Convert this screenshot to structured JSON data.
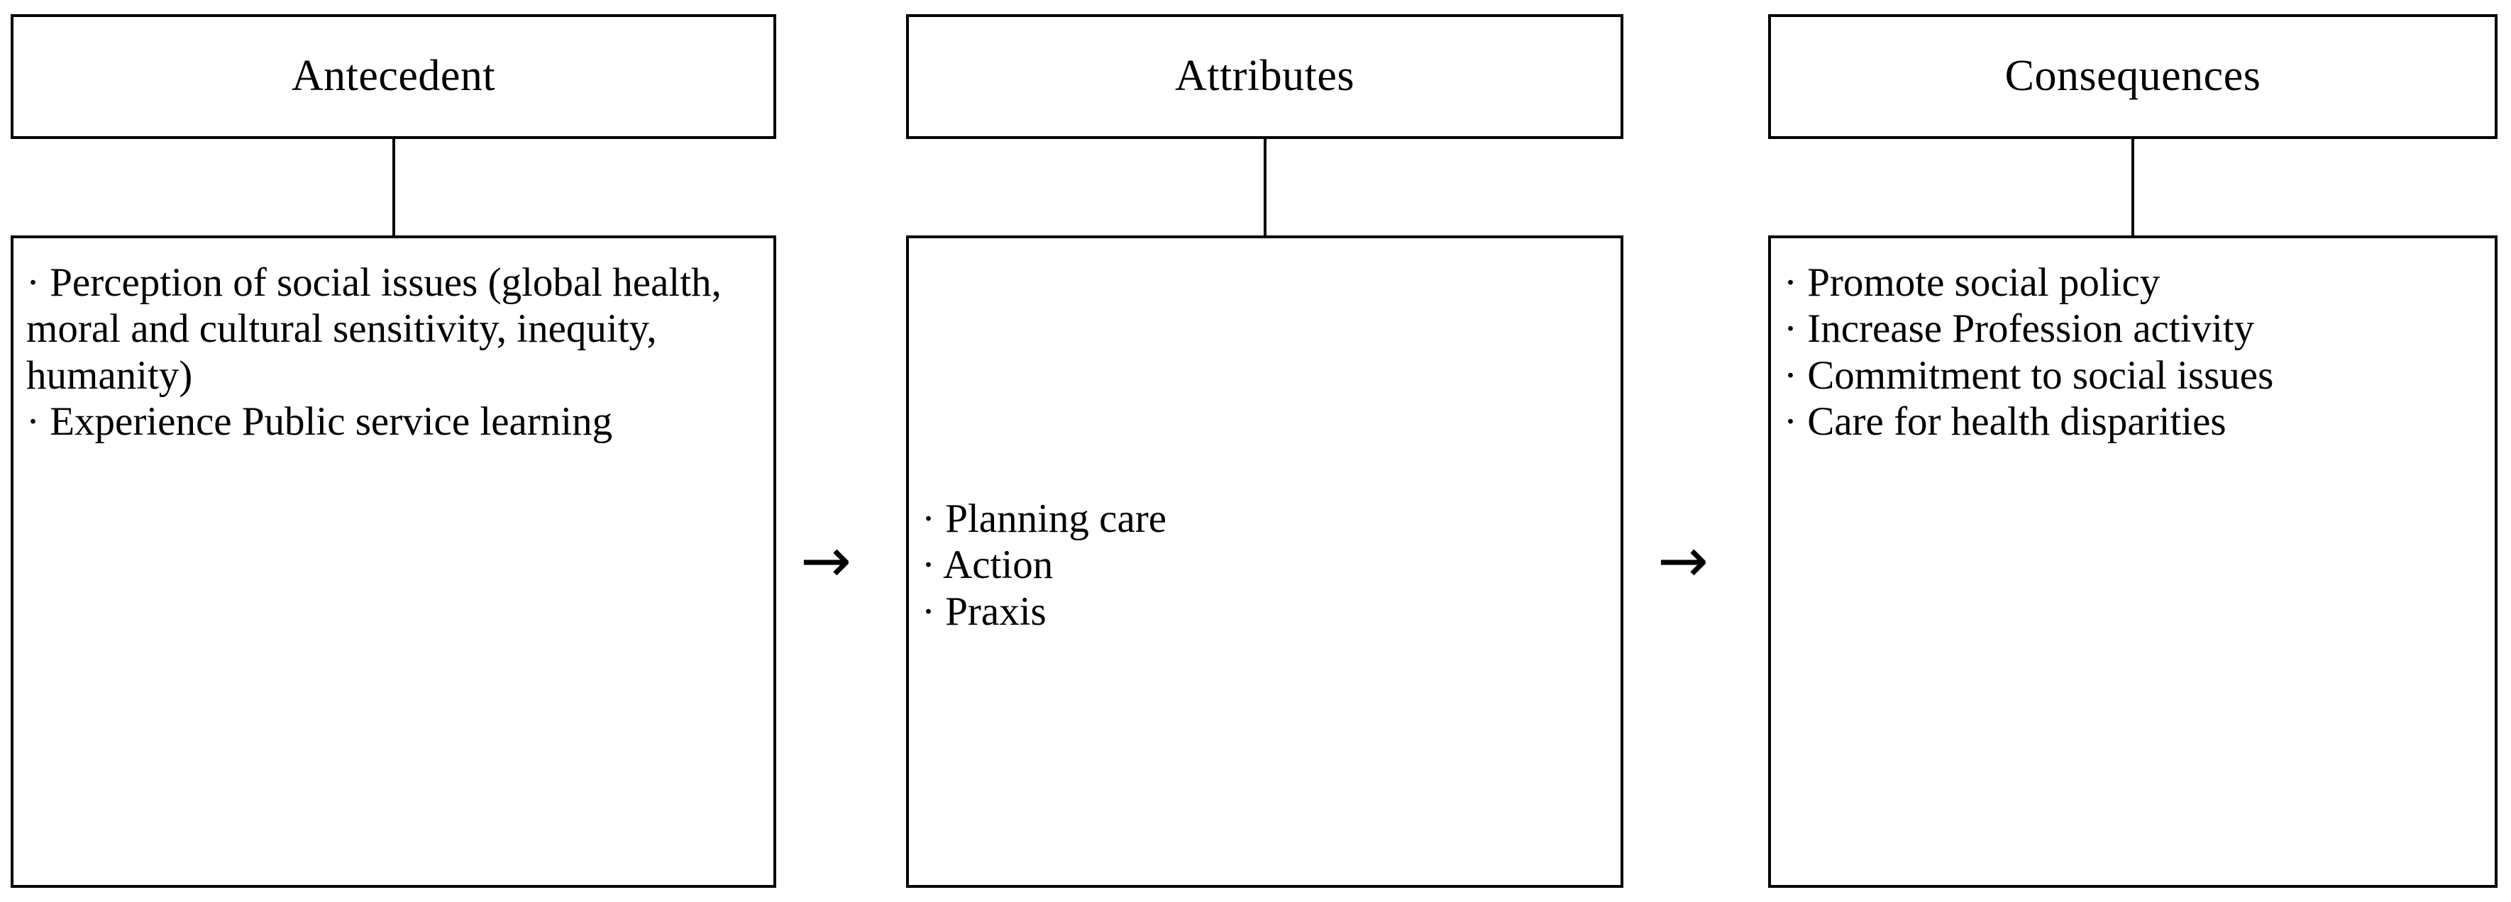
{
  "diagram": {
    "type": "concept-analysis-flow",
    "columns": [
      {
        "id": "antecedent",
        "header": "Antecedent",
        "bullets": [
          "· Perception of social issues (global health, moral and cultural sensitivity, inequity, humanity)",
          "· Experience Public service learning"
        ]
      },
      {
        "id": "attributes",
        "header": "Attributes",
        "bullets": [
          "· Planning care",
          "· Action",
          "· Praxis"
        ]
      },
      {
        "id": "consequences",
        "header": "Consequences",
        "bullets": [
          "· Promote social policy",
          "· Increase Profession activity",
          "· Commitment to social issues",
          "· Care for health disparities"
        ]
      }
    ],
    "arrows": [
      {
        "id": "arrow-1",
        "glyph": "→",
        "from": "antecedent",
        "to": "attributes"
      },
      {
        "id": "arrow-2",
        "glyph": "→",
        "from": "attributes",
        "to": "consequences"
      }
    ],
    "colors": {
      "stroke": "#000000",
      "background": "#ffffff",
      "text": "#000000"
    }
  }
}
